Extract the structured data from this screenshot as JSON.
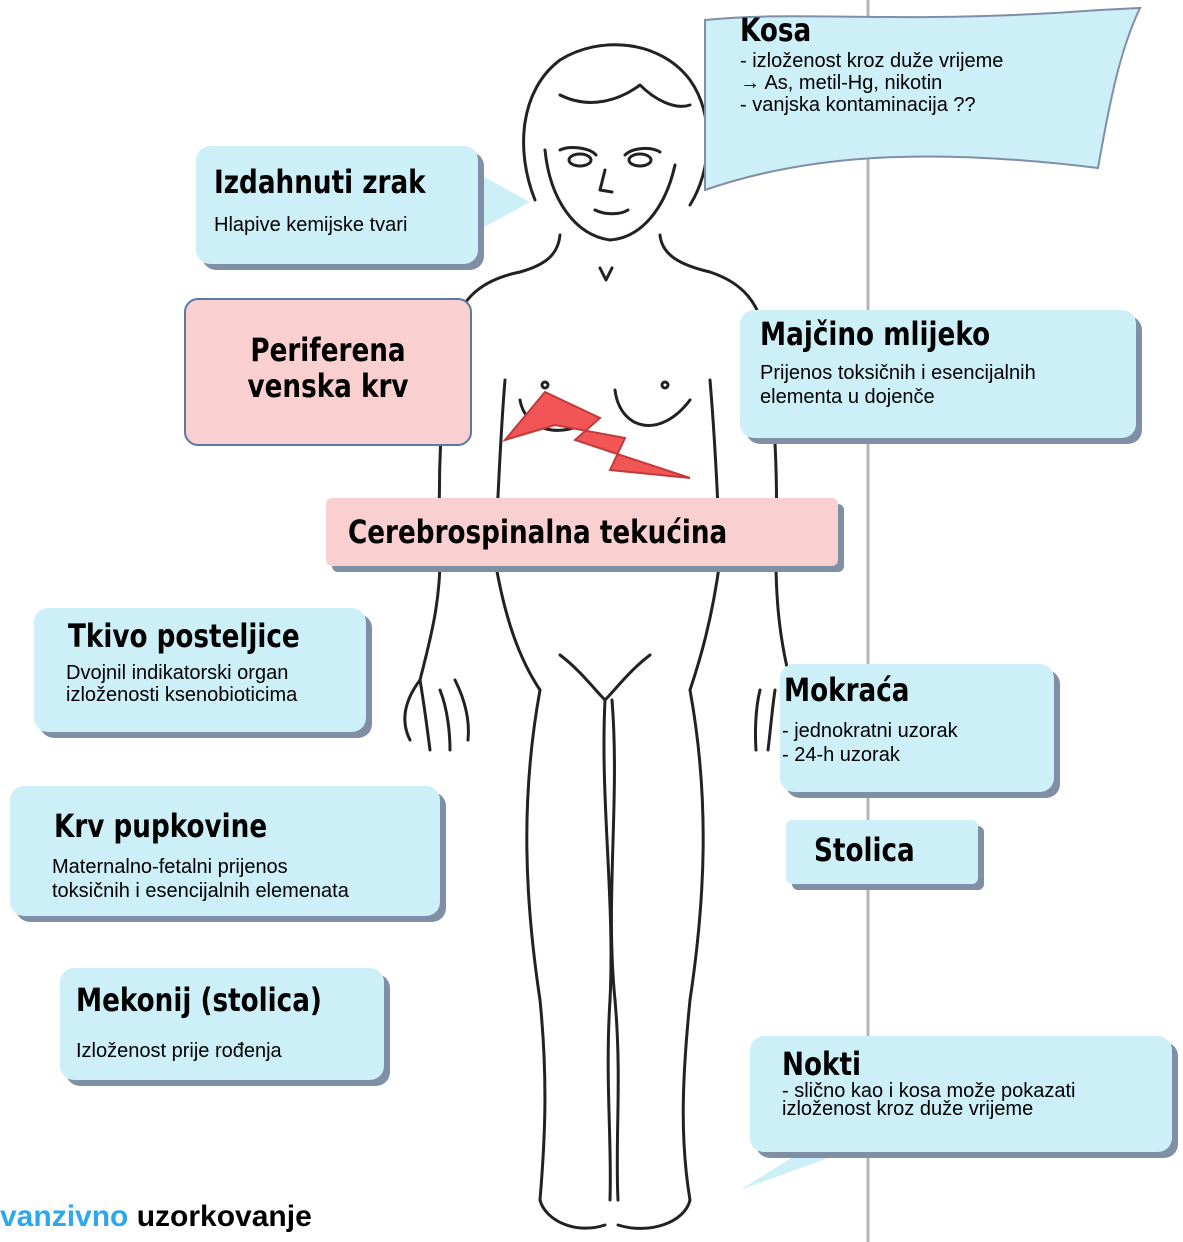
{
  "boxes": {
    "hair": {
      "title": "Kosa",
      "lines": [
        "- izloženost  kroz duže vrijeme",
        "→ As, metil-Hg, nikotin",
        "- vanjska kontaminacija ??"
      ]
    },
    "breath": {
      "title": "Izdahnuti zrak",
      "line": "Hlapive kemijske tvari"
    },
    "blood": {
      "line1": "Periferena",
      "line2": "venska krv"
    },
    "milk": {
      "title": "Majčino mlijeko",
      "lines": [
        "Prijenos toksičnih i esencijalnih",
        "elementa u dojenče"
      ]
    },
    "csf": {
      "title": "Cerebrospinalna tekućina"
    },
    "placenta": {
      "title": "Tkivo posteljice",
      "lines": [
        "Dvojnil indikatorski organ",
        "izloženosti ksenobioticima"
      ]
    },
    "urine": {
      "title": "Mokraća",
      "lines": [
        "- jednokratni uzorak",
        "- 24-h uzorak"
      ]
    },
    "cord": {
      "title": "Krv pupkovine",
      "lines": [
        "Maternalno-fetalni prijenos",
        "toksičnih i esencijalnih elemenata"
      ]
    },
    "stool": {
      "title": "Stolica"
    },
    "meconium": {
      "title": "Mekonij (stolica)",
      "line": "Izloženost prije rođenja"
    },
    "nails": {
      "title": "Nokti",
      "lines": [
        "- slično kao i kosa može pokazati",
        "izloženost kroz duže vrijeme"
      ]
    }
  },
  "caption": {
    "part1": "vanzivno",
    "part2": " uzorkovanje"
  },
  "colors": {
    "callout": "#cdeff8",
    "pink": "#f9cfcf",
    "shadow": "#7f8fa6",
    "bolt": "#f25555",
    "caption_blue": "#2ea8e8"
  }
}
